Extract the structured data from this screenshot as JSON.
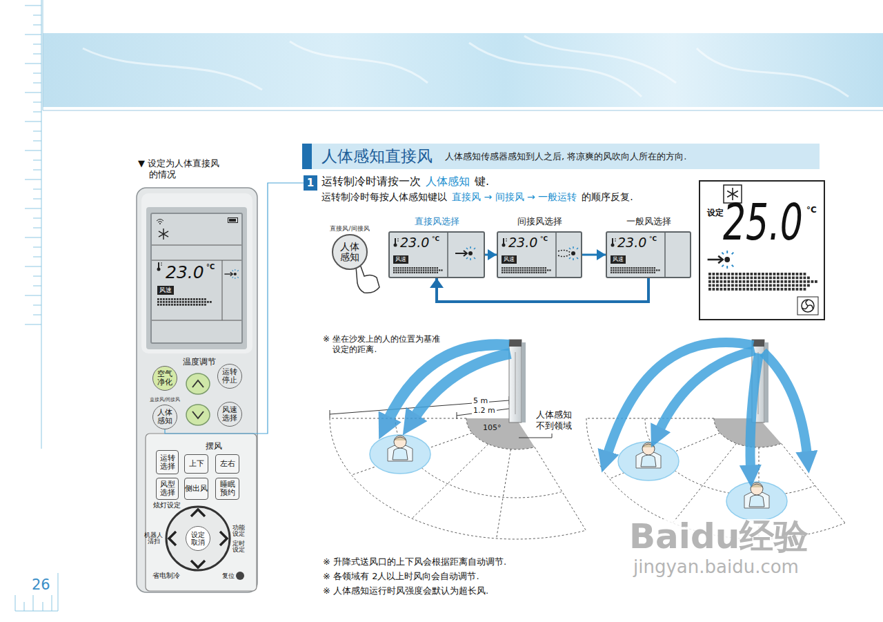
{
  "diagram": {
    "nodes": [
      {
        "text": [
          "人体感知直接风",
          "人体感知传感器感知到人之后, 将凉爽的风吹向人所在的方向."
        ]
      },
      {
        "text": [
          "1"
        ]
      },
      {
        "text": [
          "直接风/间接风",
          "人体 感知"
        ]
      },
      {
        "text": [
          "直接风选择",
          "23.0",
          "°C",
          "风速"
        ]
      },
      {
        "text": [
          "间接风选择",
          "23.0",
          "°C",
          "风速"
        ]
      },
      {
        "text": [
          "一般风选择",
          "23.0",
          "°C",
          "风速"
        ]
      },
      {
        "text": [
          "设定",
          "25.0",
          "°C"
        ]
      },
      {
        "text": [
          "23.0",
          "°C",
          "风速"
        ]
      },
      {
        "text": [
          "空气 净化"
        ]
      },
      {
        "text": [
          "运转 停止"
        ]
      },
      {
        "text": [
          "直接风/间接风",
          "人体 感知"
        ]
      },
      {
        "text": [
          "风速 选择"
        ]
      },
      {
        "text": [
          "运转 选择"
        ]
      },
      {
        "text": [
          "上下"
        ]
      },
      {
        "text": [
          "左右"
        ]
      },
      {
        "text": [
          "风型 选择"
        ]
      },
      {
        "text": [
          "侧出风"
        ]
      },
      {
        "text": [
          "睡眠 预约"
        ]
      },
      {
        "text": [
          "设定 取消"
        ]
      }
    ],
    "edges": [
      {
        "from": 3,
        "to": 4,
        "arrow": "to"
      },
      {
        "from": 4,
        "to": 5,
        "arrow": "to"
      },
      {
        "from": 5,
        "to": 3,
        "arrow": "to"
      },
      {
        "from": 10,
        "to": 1,
        "arrow": "none"
      }
    ],
    "labels": [
      "▼ 设定为人体直接风 的情况",
      "运转制冷时请按一次",
      "人体感知",
      "键.",
      "运转制冷时每按人体感知键以",
      "直接风 → 间接风 → 一般运转",
      "的顺序反复.",
      "温度调节",
      "摆风",
      "炫灯设定",
      "机器人 清扫",
      "功能 设定",
      "定时 设定",
      "省电制冷",
      "复位",
      "※ 坐在沙发上的人的位置为基准 设定的距离.",
      "5 m",
      "1.2 m",
      "105°",
      "人体感知 不到领域",
      "※ 升降式送风口的上下风会根据距离自动调节.",
      "※ 各领域有 2人以上时风向会自动调节.",
      "※ 人体感知运行时风强度会默认为超长风.",
      "26",
      "Baidu经验",
      "jingyan.baidu.com"
    ]
  }
}
